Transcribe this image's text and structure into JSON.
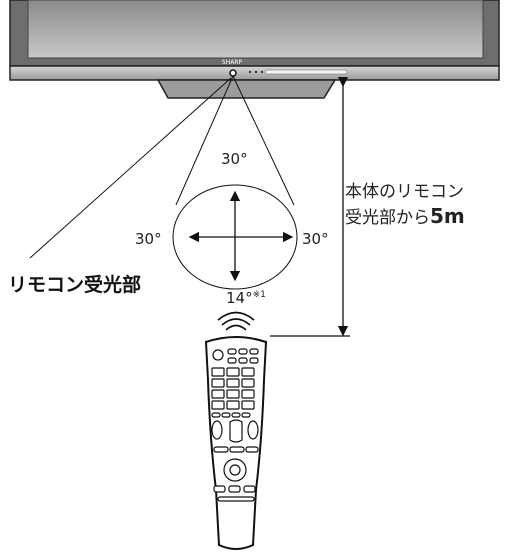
{
  "tv": {
    "brand": "SHARP"
  },
  "angles": {
    "top": "30°",
    "left": "30°",
    "right": "30°",
    "bottom": "14°",
    "bottom_note": "※1"
  },
  "labels": {
    "sensor": "リモコン受光部",
    "distance_line1": "本体のリモコン",
    "distance_line2_prefix": "受光部から",
    "distance_value": "5m"
  }
}
